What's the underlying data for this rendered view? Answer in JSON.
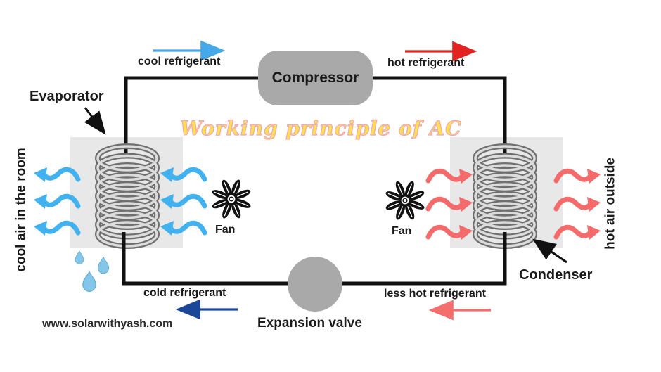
{
  "title": "Working principle of AC",
  "watermark": "www.solarwithyash.com",
  "components": {
    "compressor": {
      "label": "Compressor"
    },
    "evaporator": {
      "label": "Evaporator"
    },
    "condenser": {
      "label": "Condenser"
    },
    "expansion_valve": {
      "label": "Expansion valve"
    },
    "fan_left": {
      "label": "Fan"
    },
    "fan_right": {
      "label": "Fan"
    }
  },
  "flows": {
    "cool_refrigerant": {
      "label": "cool refrigerant",
      "direction": "right",
      "color": "#45a8e8"
    },
    "hot_refrigerant": {
      "label": "hot refrigerant",
      "direction": "right",
      "color": "#e32222"
    },
    "cold_refrigerant": {
      "label": "cold refrigerant",
      "direction": "left",
      "color": "#1c4796"
    },
    "less_hot_refrigerant": {
      "label": "less hot refrigerant",
      "direction": "left",
      "color": "#f46e6e"
    }
  },
  "air_flows": {
    "cool_air": {
      "label": "cool air in the room",
      "direction": "left",
      "color": "#41b2ef"
    },
    "hot_air": {
      "label": "hot air outside",
      "direction": "right",
      "color": "#f56a6a"
    }
  },
  "theme": {
    "pipe": "#111111",
    "component-gray": "#a9a9a9",
    "panel-gray": "#e8e8e8",
    "coil-dark": "#6f6f6f",
    "coil-light": "#dcdcdc",
    "droplet": "#85c6e8",
    "droplet-edge": "#5aaed6",
    "title-fill": "#ffe14d",
    "title-outline": "#f2a7b2",
    "flow-cool": "#45a8e8",
    "flow-hot": "#e32222",
    "flow-cold": "#1c4796",
    "flow-less-hot": "#f46e6e",
    "air-cool": "#41b2ef",
    "air-hot": "#f56a6a"
  }
}
